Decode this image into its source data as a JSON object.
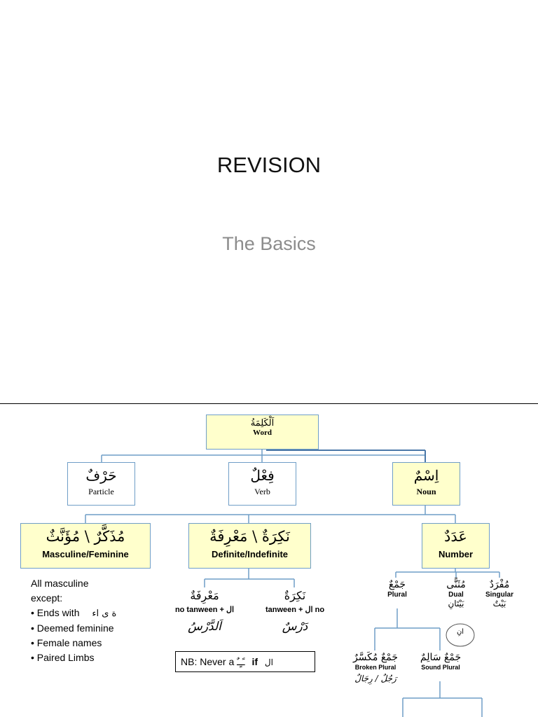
{
  "slide1": {
    "title": "REVISION",
    "subtitle": "The Basics"
  },
  "diagram": {
    "root": {
      "ar": "اَلْكَلِمَةُ",
      "en": "Word"
    },
    "particle": {
      "ar": "حَرْفٌ",
      "en": "Particle"
    },
    "verb": {
      "ar": "فِعْلٌ",
      "en": "Verb"
    },
    "noun": {
      "ar": "اِسْمٌ",
      "en": "Noun"
    },
    "gender": {
      "ar": "مُذَكَّرٌ \\ مُؤَنَّثٌ",
      "en": "Masculine/Feminine"
    },
    "definiteness": {
      "ar": "نَكِرَةٌ \\ مَعْرِفَةٌ",
      "en": "Definite/Indefinite"
    },
    "number": {
      "ar": "عَدَدٌ",
      "en": "Number"
    },
    "gender_notes": {
      "line1": "All masculine",
      "line2": "except:",
      "bullets": [
        "• Ends with",
        "• Deemed feminine",
        "• Female names",
        "• Paired Limbs"
      ],
      "ending_letters": "ة  ى  اء"
    },
    "marifa": {
      "ar": "مَعْرِفَةٌ",
      "rule": "no tanween + ال",
      "example": "اَلدَّرْسُ"
    },
    "nakira": {
      "ar": "نَكِرَةٌ",
      "rule": "tanween + ال no",
      "example": "دَرْسٌ"
    },
    "nb_box": {
      "prefix": "NB: Never a",
      "diacritics": "ـًـٍـٌ",
      "if_text": "if",
      "al": "ال"
    },
    "plural": {
      "ar": "جَمْعٌ",
      "en": "Plural"
    },
    "dual": {
      "ar": "مُثَنًّى",
      "en": "Dual",
      "example": "بَيْتَانِ",
      "circle": "انِ"
    },
    "singular": {
      "ar": "مُفْرَدٌ",
      "en": "Singular",
      "example": "بَيْتٌ"
    },
    "broken_plural": {
      "ar": "جَمْعٌ مُكَسَّرٌ",
      "en": "Broken Plural",
      "example": "رَجُلٌ / رِجَالٌ"
    },
    "sound_plural": {
      "ar": "جَمْعٌ سَالِمٌ",
      "en": "Sound Plural"
    }
  }
}
